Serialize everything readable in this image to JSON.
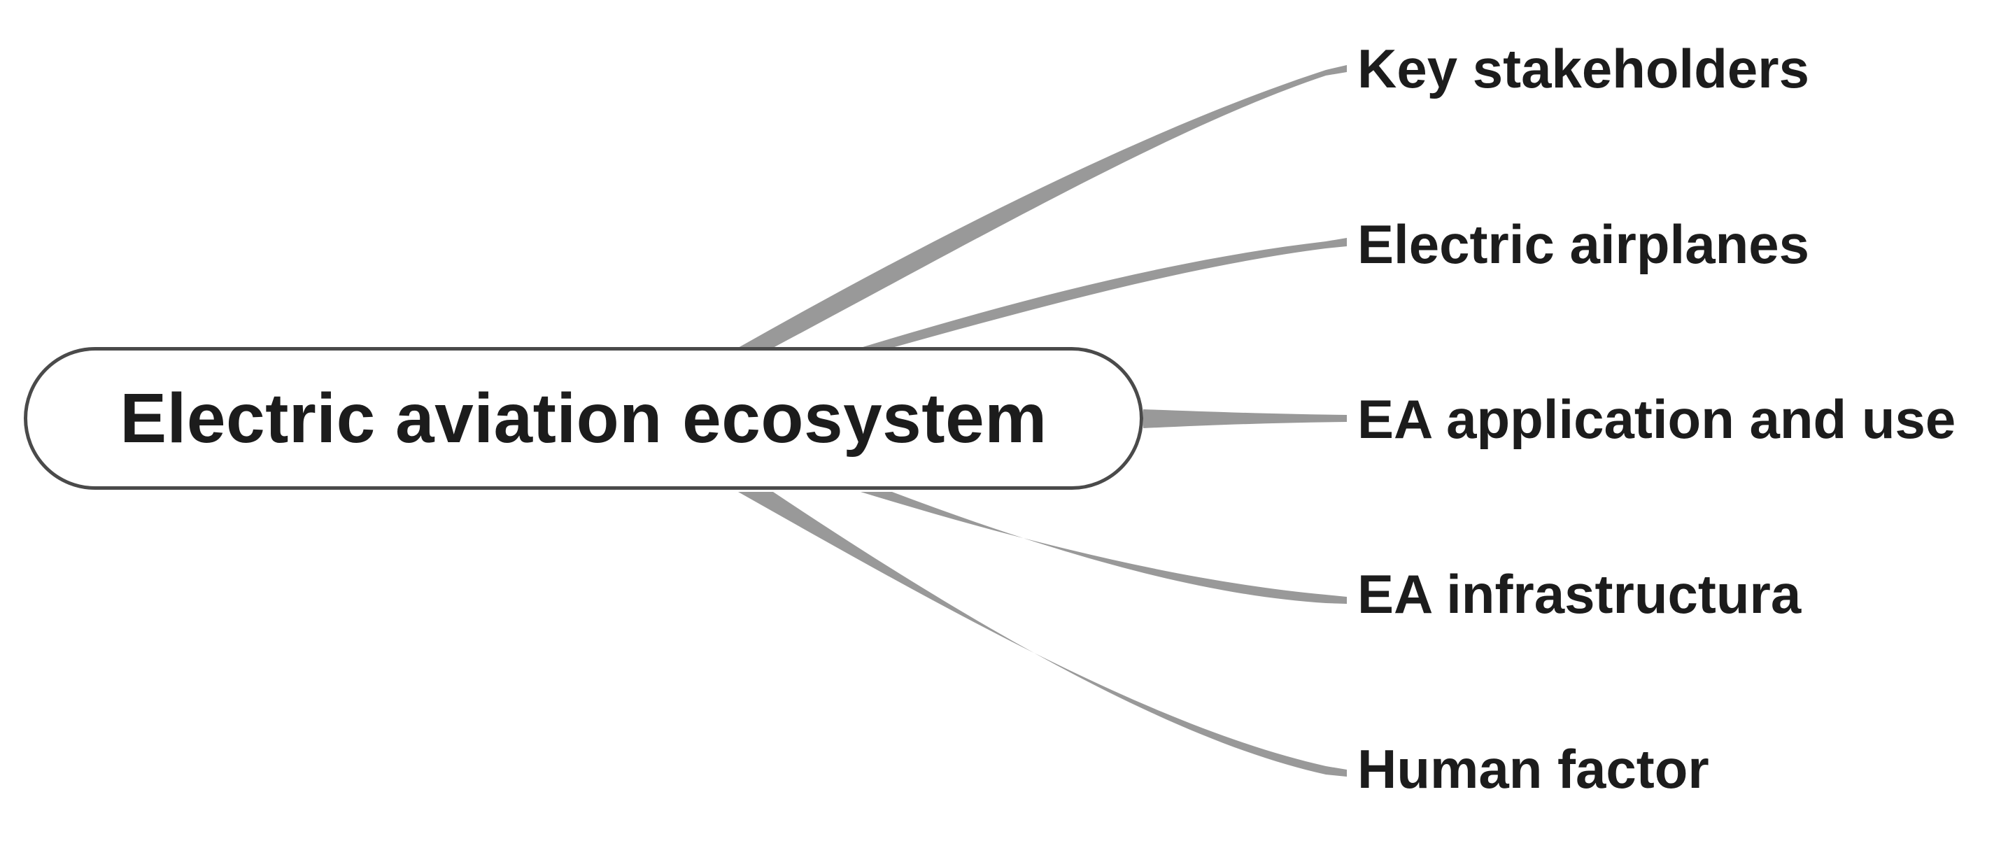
{
  "center": {
    "label": "Electric aviation ecosystem"
  },
  "branches": [
    {
      "label": "Key stakeholders"
    },
    {
      "label": "Electric airplanes"
    },
    {
      "label": "EA application and use"
    },
    {
      "label": "EA infrastructura"
    },
    {
      "label": "Human factor"
    }
  ],
  "colors": {
    "branch": "#999999",
    "node_border": "#4a4a4a",
    "text": "#1c1c1c"
  }
}
